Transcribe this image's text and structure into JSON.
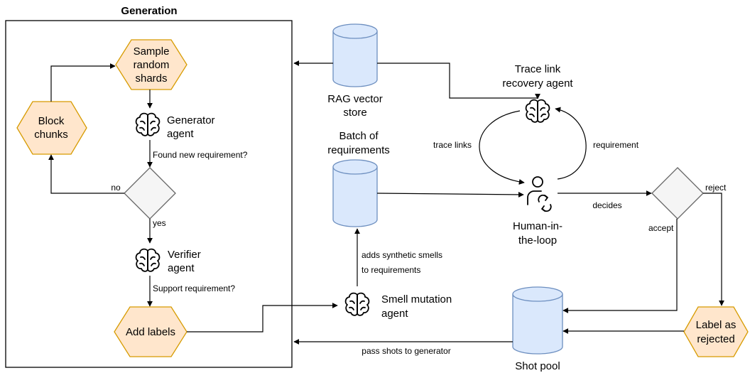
{
  "colors": {
    "hexagon_fill": "#ffe6cc",
    "hexagon_stroke": "#d79b00",
    "cylinder_fill": "#dae8fc",
    "cylinder_stroke": "#6c8ebf",
    "diamond_fill": "#f5f5f5",
    "diamond_stroke": "#666666"
  },
  "generation": {
    "title": "Generation",
    "sample": [
      "Sample",
      "random",
      "shards"
    ],
    "block": [
      "Block",
      "chunks"
    ],
    "generator": [
      "Generator",
      "agent"
    ],
    "found_new_requirement": "Found new requirement?",
    "no": "no",
    "yes": "yes",
    "verifier": [
      "Verifier",
      "agent"
    ],
    "support_requirement": "Support requirement?",
    "add_labels": "Add labels"
  },
  "rag_store": [
    "RAG vector",
    "store"
  ],
  "batch": [
    "Batch of",
    "requirements"
  ],
  "smell_text": [
    "adds synthetic smells",
    "to requirements"
  ],
  "smell_agent": [
    "Smell mutation",
    "agent"
  ],
  "trace_agent": [
    "Trace link",
    "recovery agent"
  ],
  "trace_links": "trace links",
  "requirement": "requirement",
  "human": [
    "Human-in-",
    "the-loop"
  ],
  "decides": "decides",
  "reject": "reject",
  "accept": "accept",
  "label_rejected": [
    "Label as",
    "rejected"
  ],
  "shot_pool": "Shot pool",
  "pass_shots": "pass shots to generator",
  "icons": [
    "brain-icon",
    "person-sync-icon",
    "database-icon"
  ]
}
